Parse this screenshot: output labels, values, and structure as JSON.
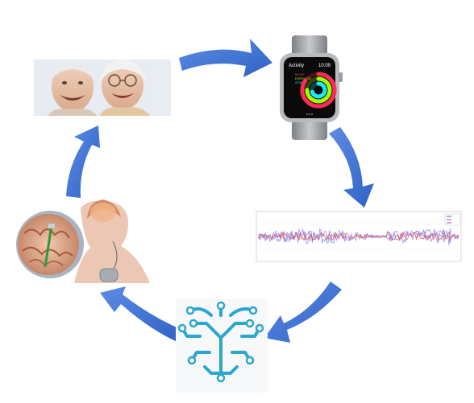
{
  "colors": {
    "arrow": "#3b6fd0",
    "arrow_light": "#6f9cf0",
    "ring_move": "#ff2d55",
    "ring_exercise": "#a6ff00",
    "ring_stand": "#1ee8ff",
    "brain": "#2aa6cf"
  },
  "watch": {
    "app_title": "Activity",
    "time": "10:09",
    "move_label": "MOVE",
    "exercise_label": "EXERCISE",
    "stand_label": "STAND",
    "move_fill": 0.85,
    "exercise_fill": 0.75,
    "stand_fill": 0.7
  },
  "nodes": [
    {
      "id": "elderly-couple-photo",
      "icon": "photo-of-smiling-elderly-couple"
    },
    {
      "id": "smartwatch",
      "icon": "smartwatch-activity-rings"
    },
    {
      "id": "signal-plot",
      "icon": "multi-channel-signal-plot"
    },
    {
      "id": "circuit-brain",
      "icon": "circuit-brain-icon"
    },
    {
      "id": "brain-implant",
      "icon": "deep-brain-stimulation-illustration"
    }
  ],
  "arrows": [
    {
      "from": "elderly-couple-photo",
      "to": "smartwatch"
    },
    {
      "from": "smartwatch",
      "to": "signal-plot"
    },
    {
      "from": "signal-plot",
      "to": "circuit-brain"
    },
    {
      "from": "circuit-brain",
      "to": "brain-implant"
    },
    {
      "from": "brain-implant",
      "to": "elderly-couple-photo"
    }
  ]
}
